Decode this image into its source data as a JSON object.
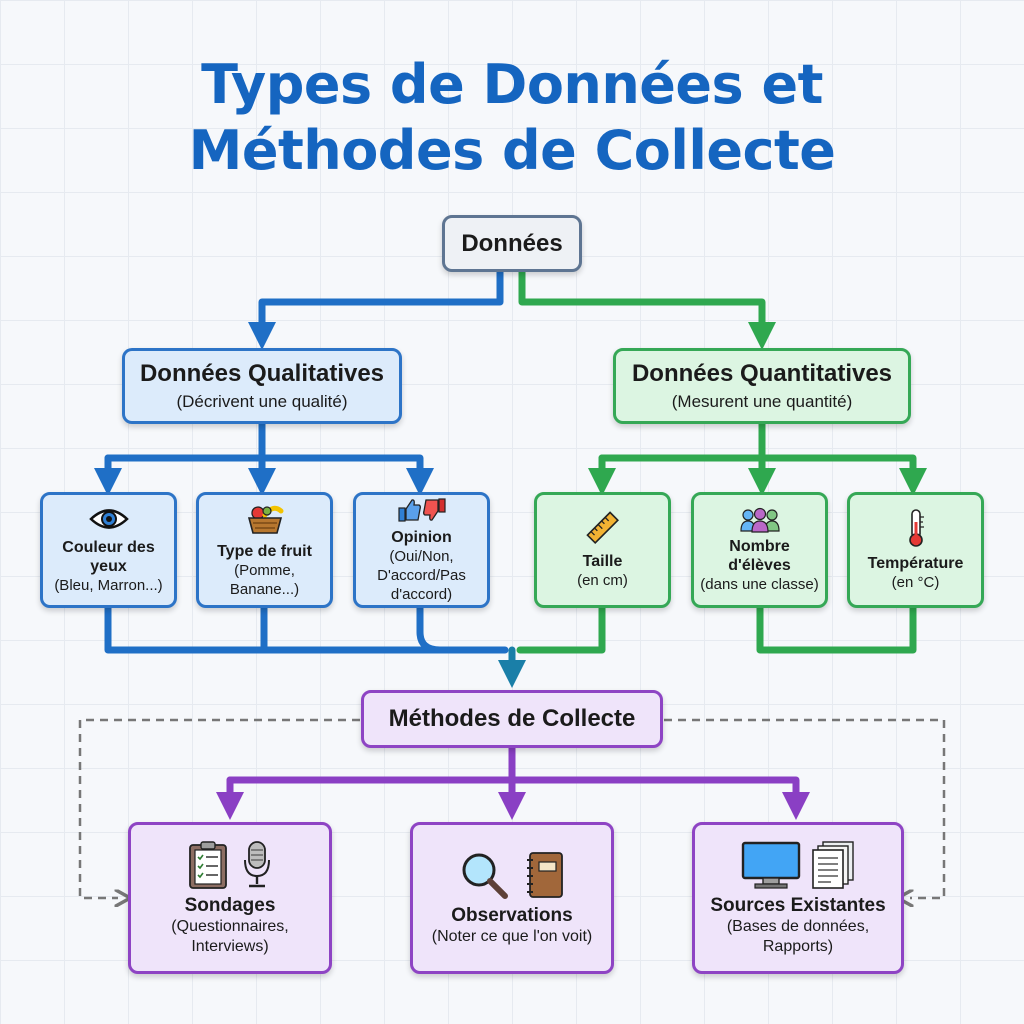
{
  "title": {
    "line1": "Types de Données et",
    "line2": "Méthodes de Collecte"
  },
  "root": {
    "label": "Données"
  },
  "qualitative": {
    "title": "Données Qualitatives",
    "subtitle": "(Décrivent une qualité)",
    "color": "#1f6fc6",
    "items": [
      {
        "title": "Couleur des yeux",
        "subtitle": "(Bleu, Marron...)",
        "icon": "eye-icon"
      },
      {
        "title": "Type de fruit",
        "subtitle": "(Pomme, Banane...)",
        "icon": "fruit-basket-icon"
      },
      {
        "title": "Opinion",
        "subtitle": "(Oui/Non, D'accord/Pas d'accord)",
        "icon": "thumbs-up-down-icon"
      }
    ]
  },
  "quantitative": {
    "title": "Données Quantitatives",
    "subtitle": "(Mesurent une quantité)",
    "color": "#2fa84f",
    "items": [
      {
        "title": "Taille",
        "subtitle": "(en cm)",
        "icon": "ruler-icon"
      },
      {
        "title": "Nombre d'élèves",
        "subtitle": "(dans une classe)",
        "icon": "people-icon"
      },
      {
        "title": "Température",
        "subtitle": "(en °C)",
        "icon": "thermometer-icon"
      }
    ]
  },
  "methods": {
    "title": "Méthodes de Collecte",
    "color": "#8a3fc4",
    "items": [
      {
        "title": "Sondages",
        "subtitle": "(Questionnaires, Interviews)",
        "icons": [
          "clipboard-icon",
          "microphone-icon"
        ]
      },
      {
        "title": "Observations",
        "subtitle": "(Noter ce que l'on voit)",
        "icons": [
          "magnifier-icon",
          "notebook-icon"
        ]
      },
      {
        "title": "Sources Existantes",
        "subtitle": "(Bases de données, Rapports)",
        "icons": [
          "computer-monitor-icon",
          "documents-icon"
        ]
      }
    ]
  }
}
